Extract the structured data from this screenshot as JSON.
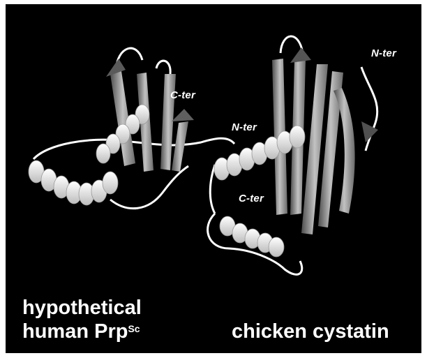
{
  "colors": {
    "background": "#000000",
    "helix": "#f2f2f2",
    "strand_light": "#b9b9b9",
    "strand_dark": "#5f5f5f",
    "coil": "#ffffff"
  },
  "labels": {
    "prion_c_term": "C-ter",
    "prion_n_term": "N-ter",
    "cystatin_n_term": "N-ter",
    "cystatin_c_term": "C-ter"
  },
  "captions": {
    "prion_line1": "hypothetical",
    "prion_line2": "human Prp",
    "prion_superscript": "Sc",
    "cystatin": "chicken cystatin"
  }
}
